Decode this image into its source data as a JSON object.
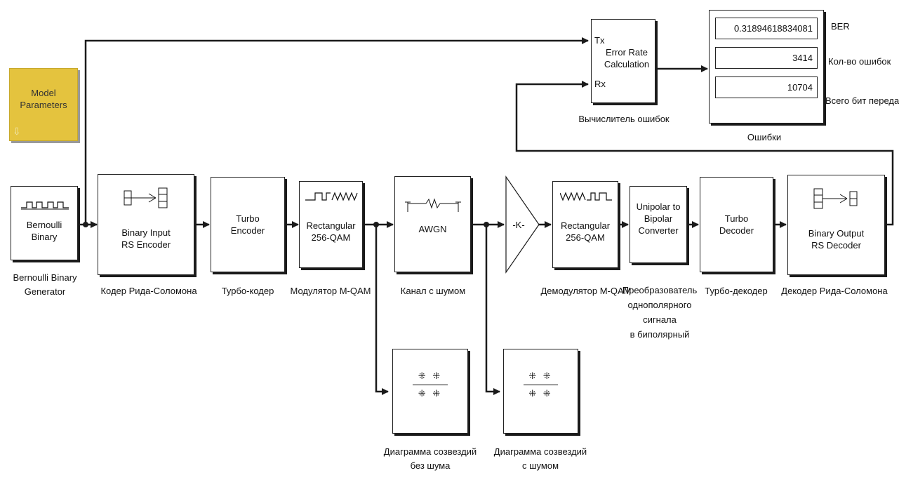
{
  "model_parameters": {
    "label": "Model\nParameters"
  },
  "blocks": {
    "bernoulli": {
      "label": "Bernoulli\nBinary",
      "caption": "Bernoulli Binary\nGenerator"
    },
    "rs_encoder": {
      "label": "Binary Input\nRS Encoder",
      "caption": "Кодер Рида-Соломона"
    },
    "turbo_encoder": {
      "label": "Turbo\nEncoder",
      "caption": "Турбо-кодер"
    },
    "qam_mod": {
      "label": "Rectangular\n256-QAM",
      "caption": "Модулятор M-QAM"
    },
    "awgn": {
      "label": "AWGN",
      "caption": "Канал с шумом"
    },
    "gain": {
      "label": "-K-"
    },
    "qam_demod": {
      "label": "Rectangular\n256-QAM",
      "caption": "Демодулятор M-QAM"
    },
    "unipolar": {
      "label": "Unipolar to\nBipolar\nConverter",
      "caption": "Преобразователь\nоднополярного\nсигнала\nв биполярный"
    },
    "turbo_decoder": {
      "label": "Turbo\nDecoder",
      "caption": "Турбо-декодер"
    },
    "rs_decoder": {
      "label": "Binary Output\nRS Decoder",
      "caption": "Декодер Рида-Соломона"
    },
    "error_rate": {
      "label": "Error Rate\nCalculation",
      "port_tx": "Tx",
      "port_rx": "Rx",
      "caption": "Вычислитель ошибок"
    },
    "scope1": {
      "caption": "Диаграмма созвездий\nбез шума"
    },
    "scope2": {
      "caption": "Диаграмма созвездий\nс шумом"
    }
  },
  "display": {
    "values": [
      "0.318946188340​81",
      "3414",
      "10704"
    ],
    "labels": [
      "BER",
      "Кол-во ошибок",
      "Всего бит передано"
    ],
    "caption": "Ошибки"
  },
  "colors": {
    "model_parameters_fill": "#e4c33e",
    "line": "#1a1a1a"
  }
}
